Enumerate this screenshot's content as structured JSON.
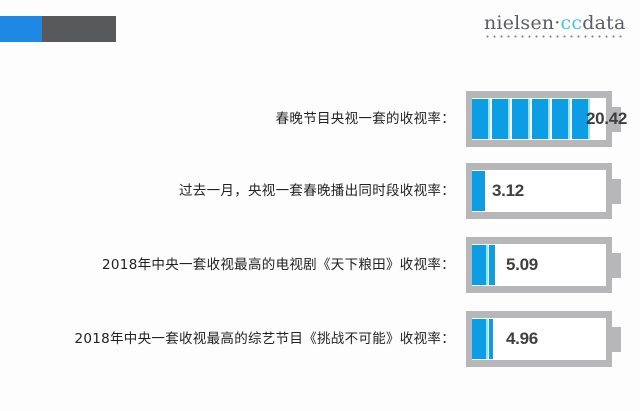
{
  "header": {
    "logo_text_main": "nielsen",
    "logo_separator": "·",
    "logo_accent": "cc",
    "logo_text_end": "data"
  },
  "colors": {
    "accent_blue": "#1e88e5",
    "dark_gray": "#58595b",
    "battery_fill": "#0d9de4",
    "battery_highlight": "#8fe7f7",
    "battery_shell": "#b7b7b9"
  },
  "rows": [
    {
      "label": "春晚节目央视一套的收视率：",
      "value": "20.42",
      "segments": 6
    },
    {
      "label": "过去一月，央视一套春晚播出同时段收视率：",
      "value": "3.12",
      "segments": 1
    },
    {
      "label": "2018年中央一套收视最高的电视剧《天下粮田》收视率：",
      "value": "5.09",
      "segments": 1.6
    },
    {
      "label": "2018年中央一套收视最高的综艺节目《挑战不可能》收视率：",
      "value": "4.96",
      "segments": 1.5
    }
  ],
  "chart_data": {
    "type": "bar",
    "orientation": "horizontal",
    "style": "battery-icon pictogram",
    "title": "",
    "categories": [
      "春晚节目央视一套的收视率",
      "过去一月，央视一套春晚播出同时段收视率",
      "2018年中央一套收视最高的电视剧《天下粮田》收视率",
      "2018年中央一套收视最高的综艺节目《挑战不可能》收视率"
    ],
    "values": [
      20.42,
      3.12,
      5.09,
      4.96
    ],
    "xlabel": "",
    "ylabel": "收视率",
    "grid": false,
    "legend": null,
    "source_logo": "nielsen·ccdata"
  }
}
